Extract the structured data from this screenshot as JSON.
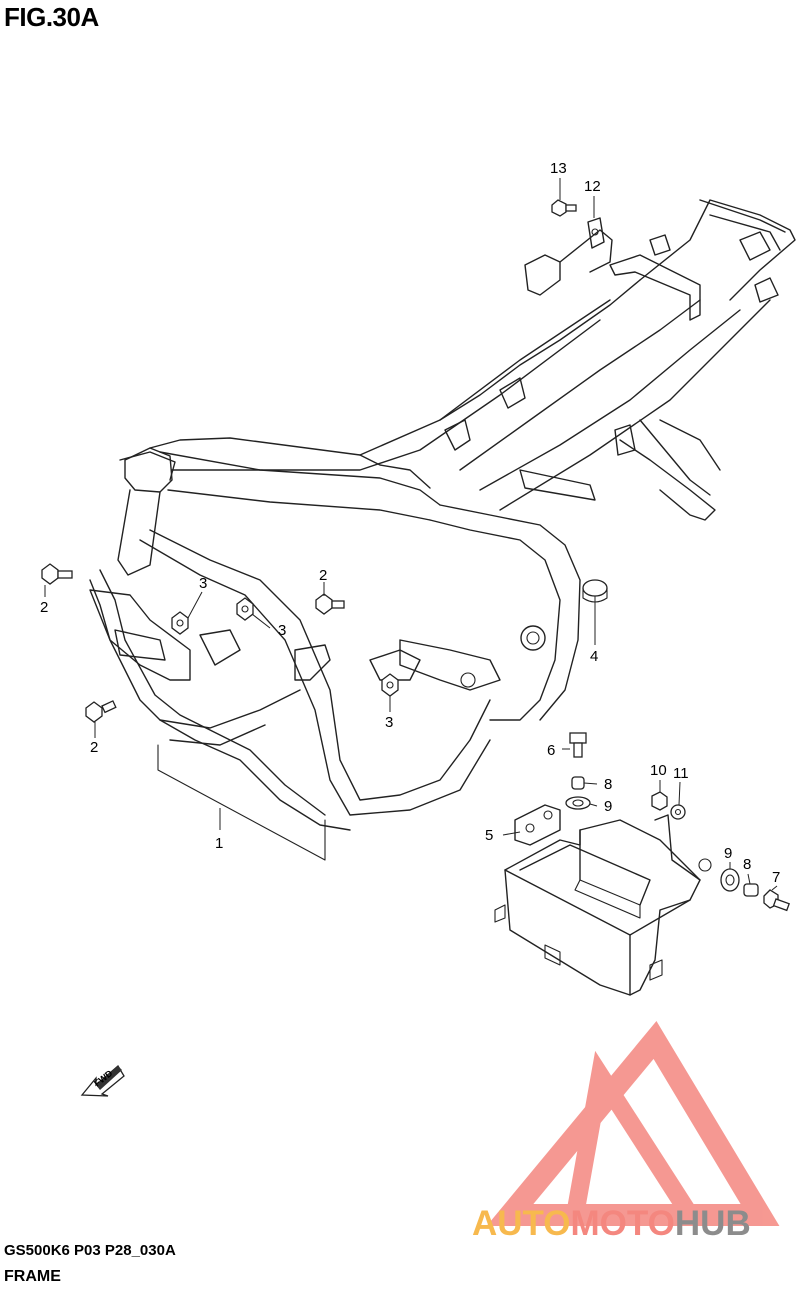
{
  "figure": {
    "title": "FIG.30A",
    "reference_code": "GS500K6 P03 P28_030A",
    "name": "FRAME"
  },
  "direction_marker": {
    "label": "FWD"
  },
  "callouts": [
    "1",
    "2",
    "2",
    "2",
    "3",
    "3",
    "3",
    "4",
    "5",
    "6",
    "7",
    "8",
    "8",
    "9",
    "9",
    "10",
    "11",
    "12",
    "13"
  ],
  "watermark": {
    "part1": "AUTO",
    "part2": "MOTO",
    "part3": "HUB",
    "colors": {
      "auto": "#f7b94e",
      "moto": "#f4877f",
      "hub": "#8c8c8c",
      "triangle": "#f4877f"
    }
  }
}
